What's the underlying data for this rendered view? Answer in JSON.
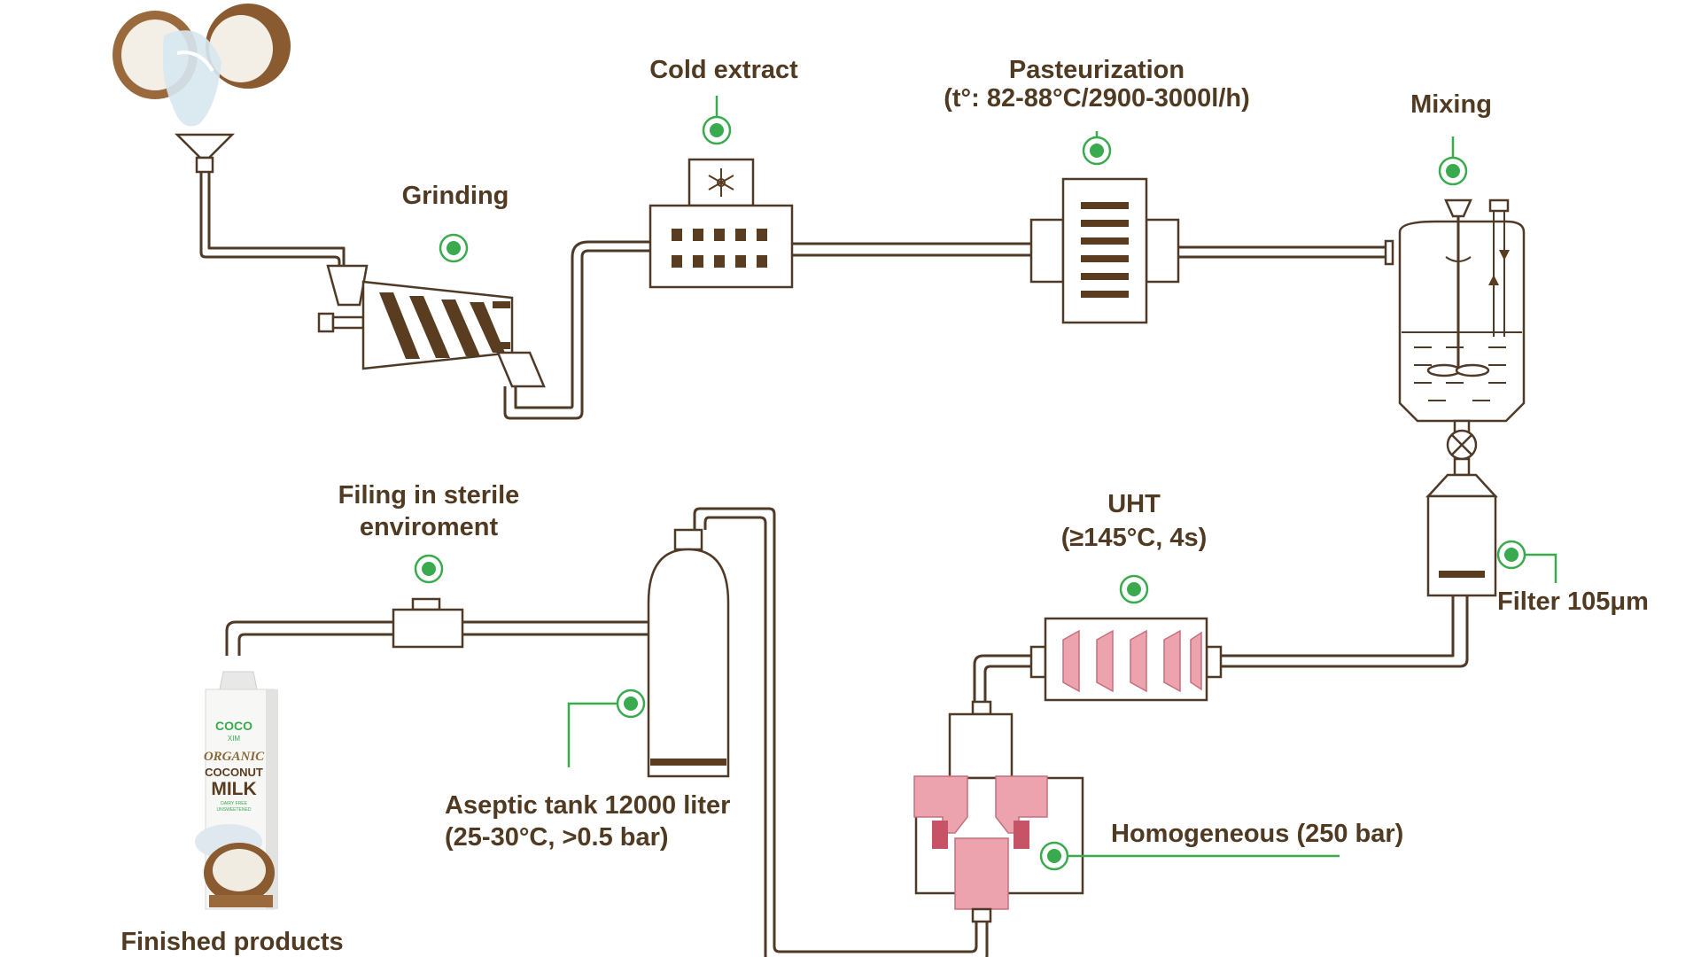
{
  "diagram": {
    "steps": {
      "grinding": "Grinding",
      "cold_extract": "Cold extract",
      "pasteurization": "Pasteurization",
      "pasteurization_detail": "(t°: 82-88°C/2900-3000l/h)",
      "mixing": "Mixing",
      "filter": "Filter 105μm",
      "uht": "UHT",
      "uht_detail": "(≥145°C, 4s)",
      "homogeneous": "Homogeneous (250 bar)",
      "aseptic_tank": "Aseptic tank 12000 liter",
      "aseptic_tank_detail": "(25-30°C, >0.5 bar)",
      "filling_line1": "Filing in sterile",
      "filling_line2": "enviroment",
      "finished": "Finished products"
    },
    "carton": {
      "brand_line1": "COCO",
      "brand_line2": "XIM",
      "line1": "ORGANIC",
      "line2": "COCONUT",
      "line3": "MILK",
      "small1": "DAIRY FREE",
      "small2": "UNSWEETENED"
    },
    "colors": {
      "pipe": "#4e3a26",
      "accent": "#3aaa4f",
      "label": "#503a22",
      "heater": "#eca3ad"
    }
  }
}
